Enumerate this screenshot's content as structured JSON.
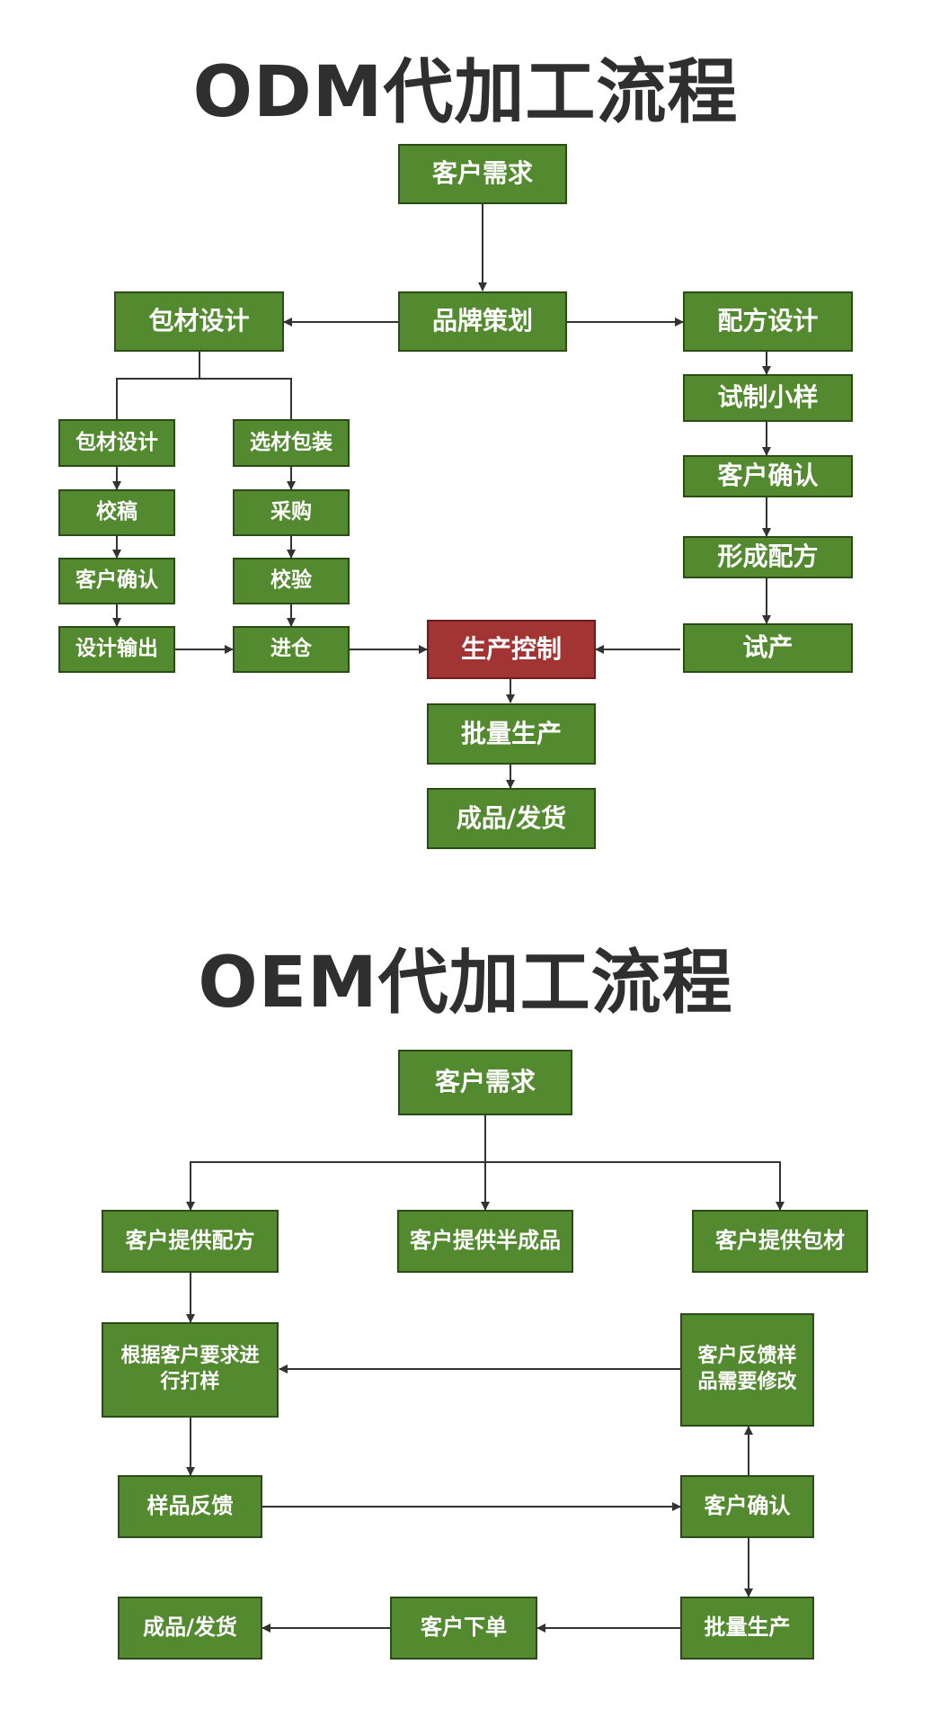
{
  "odm": {
    "title": "ODM代加工流程",
    "nodes": {
      "customer_demand": "客户需求",
      "brand_planning": "品牌策划",
      "packaging_design_main": "包材设计",
      "formula_design": "配方设计",
      "packaging_design_sub": "包材设计",
      "material_selection": "选材包装",
      "proofread": "校稿",
      "purchase": "采购",
      "customer_confirm_left": "客户确认",
      "inspection": "校验",
      "design_output": "设计输出",
      "warehouse_in": "进仓",
      "trial_sample": "试制小样",
      "customer_confirm_right": "客户确认",
      "formula_formed": "形成配方",
      "trial_production": "试产",
      "production_control": "生产控制",
      "mass_production": "批量生产",
      "finished_shipping": "成品/发货"
    }
  },
  "oem": {
    "title": "OEM代加工流程",
    "nodes": {
      "customer_demand": "客户需求",
      "provide_formula": "客户提供配方",
      "provide_semi_finished": "客户提供半成品",
      "provide_packaging": "客户提供包材",
      "sample_by_requirement": "根据客户要求进行打样",
      "feedback_modify": "客户反馈样品需要修改",
      "sample_feedback": "样品反馈",
      "customer_confirm": "客户确认",
      "finished_shipping": "成品/发货",
      "customer_order": "客户下单",
      "mass_production": "批量生产"
    }
  },
  "colors": {
    "box_fill": "#538a2f",
    "box_border": "#2b4d15",
    "highlight_fill": "#a33434",
    "arrow": "#333333",
    "title": "#2f2f2f"
  }
}
